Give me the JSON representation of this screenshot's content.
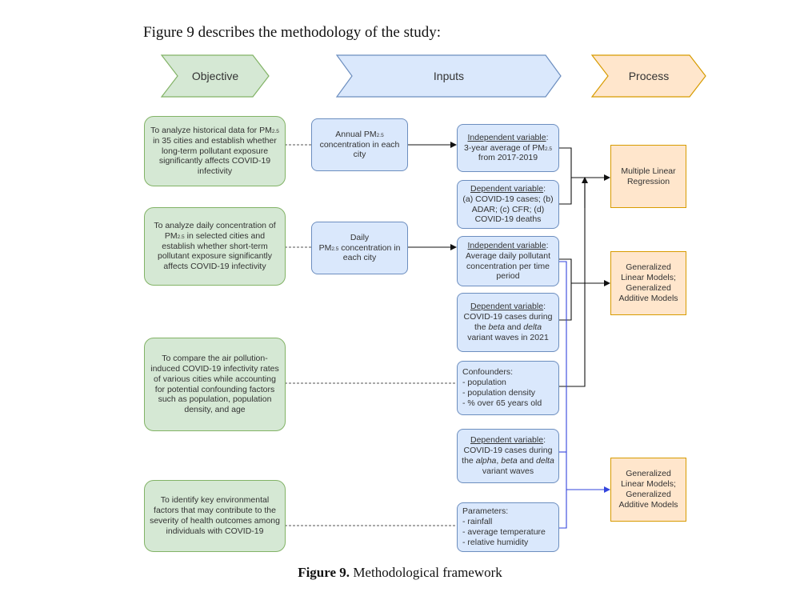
{
  "intro": "Figure 9 describes the methodology of the study:",
  "caption": {
    "label": "Figure 9.",
    "text": "Methodological framework"
  },
  "headers": {
    "objective": "Objective",
    "inputs": "Inputs",
    "process": "Process"
  },
  "objectives": {
    "o1": {
      "a": "To analyze historical data for PM",
      "sub": "2.5",
      "b": " in 35 cities and establish whether long-term pollutant exposure significantly affects COVID-19 infectivity"
    },
    "o2": {
      "a": "To analyze daily concentration of PM",
      "sub": "2.5",
      "b": " in selected cities and establish whether short-term pollutant exposure significantly affects COVID-19 infectivity"
    },
    "o3": "To compare the air pollution-induced COVID-19 infectivity rates of various cities while accounting for potential confounding factors such as population, population density, and age",
    "o4": "To identify key environmental factors that may contribute to the severity of health outcomes among individuals with COVID-19"
  },
  "inputs": {
    "annual": {
      "a": "Annual PM",
      "sub": "2.5",
      "b": " concentration in each city"
    },
    "daily": {
      "a": "Daily",
      "b": "PM",
      "sub": "2.5",
      "c": " concentration in each city"
    }
  },
  "variables": {
    "indep1": {
      "label": "Independent variable",
      "colon": ":",
      "a": "3-year average of PM",
      "sub": "2.5",
      "b": " from 2017-2019"
    },
    "dep1": {
      "label": "Dependent variable",
      "colon": ":",
      "text": "(a) COVID-19 cases; (b) ADAR; (c) CFR; (d) COVID-19 deaths"
    },
    "indep2": {
      "label": "Independent variable",
      "colon": ":",
      "text": "Average daily pollutant concentration per time period"
    },
    "dep2": {
      "label": "Dependent variable",
      "colon": ":",
      "a": "COVID-19 cases during the ",
      "beta": "beta",
      "and": " and ",
      "delta": "delta",
      "b": " variant waves in 2021"
    },
    "confounders": {
      "title": "Confounders:",
      "items": [
        "- population",
        "- population density",
        "- % over 65 years old"
      ]
    },
    "dep3": {
      "label": "Dependent variable",
      "colon": ":",
      "a": "COVID-19 cases during the ",
      "alpha": "alpha",
      "comma": ", ",
      "beta": "beta",
      "and": " and ",
      "delta": "delta",
      "b": " variant waves"
    },
    "parameters": {
      "title": "Parameters:",
      "items": [
        "- rainfall",
        "- average temperature",
        "- relative humidity"
      ]
    }
  },
  "processes": {
    "p1": "Multiple Linear Regression",
    "p2": "Generalized Linear Models; Generalized Additive Models",
    "p3": "Generalized Linear Models; Generalized Additive Models"
  },
  "colors": {
    "green_fill": "#d5e8d4",
    "green_stroke": "#82b366",
    "blue_fill": "#dae8fc",
    "blue_stroke": "#6c8ebf",
    "orange_fill": "#ffe6cc",
    "orange_stroke": "#d79b00",
    "arrow_blue": "#3344dd"
  }
}
